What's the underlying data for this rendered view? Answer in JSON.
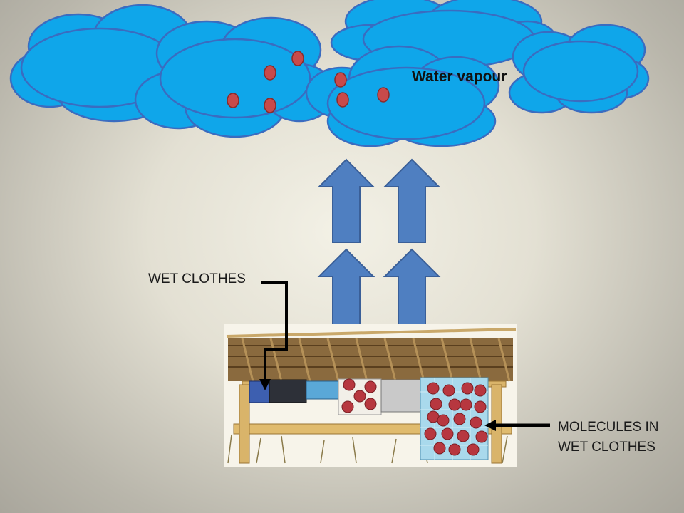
{
  "labels": {
    "water_vapour": "Water vapour",
    "wet_clothes": "WET CLOTHES",
    "molecules_line1": "MOLECULES IN",
    "molecules_line2": "WET CLOTHES"
  },
  "colors": {
    "cloud_fill": "#0fa6ea",
    "cloud_stroke": "#3a6cc0",
    "molecule_fill": "#c84a4a",
    "arrow_fill": "#4f7fc1",
    "arrow_stroke": "#3a5f98",
    "pointer": "#000000"
  },
  "icons": {
    "clouds": "cloud-icon",
    "arrows": "up-arrow-icon",
    "molecules": "molecule-icon"
  }
}
